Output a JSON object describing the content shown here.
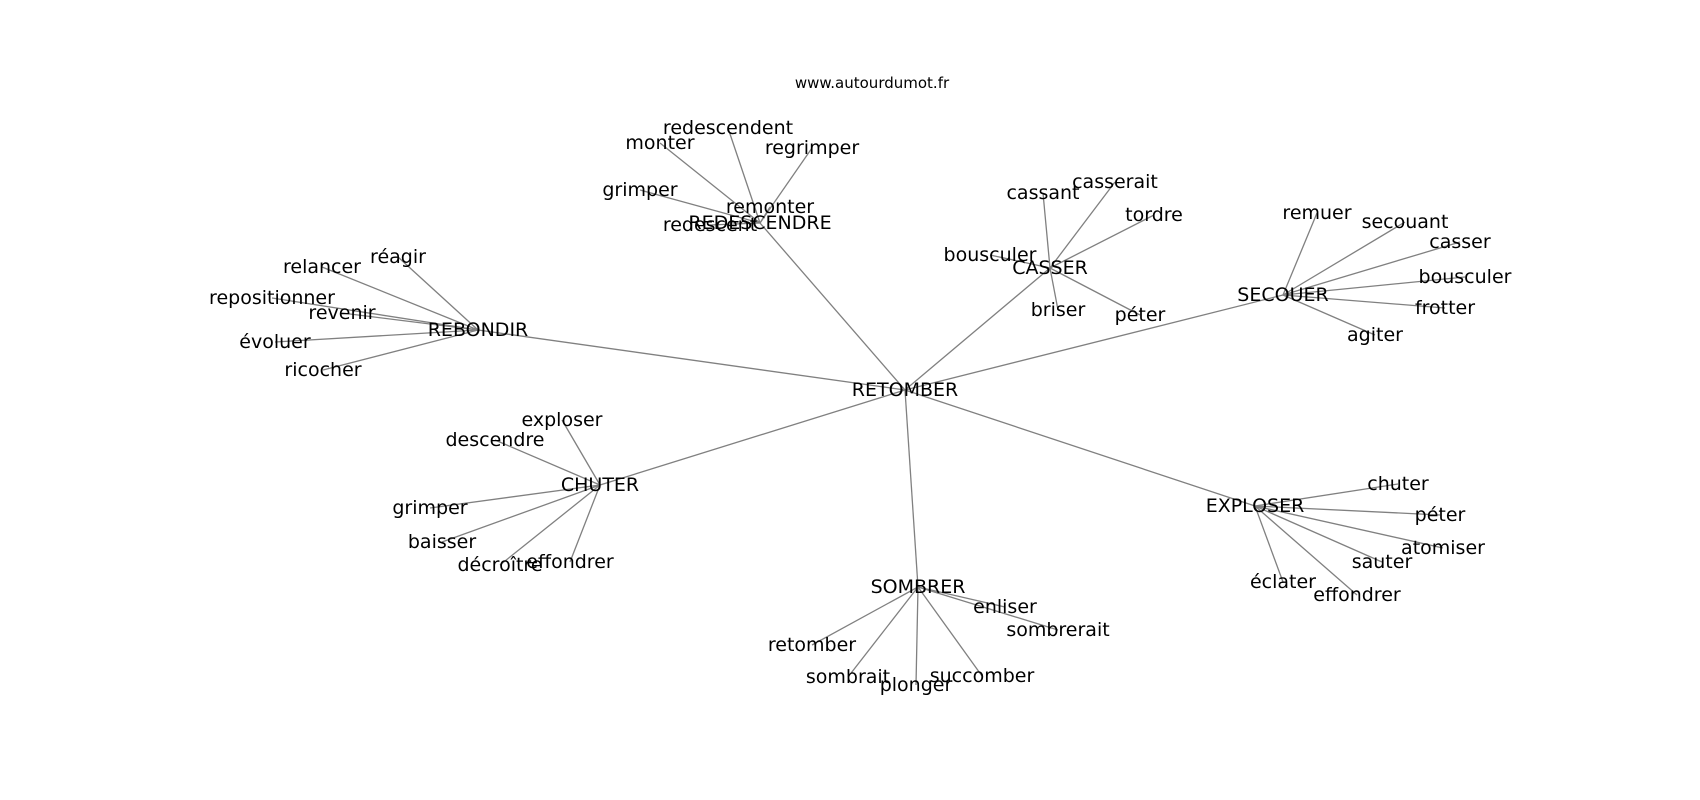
{
  "header": {
    "source": "www.autourdumot.fr"
  },
  "graph": {
    "center": "RETOMBER",
    "clusters": [
      {
        "id": "redescendre",
        "label": "REDESCENDRE",
        "leaves": [
          "redescendent",
          "monter",
          "regrimper",
          "grimper",
          "remonter",
          "redescent"
        ]
      },
      {
        "id": "casser",
        "label": "CASSER",
        "leaves": [
          "cassant",
          "casserait",
          "tordre",
          "bousculer",
          "briser",
          "péter"
        ]
      },
      {
        "id": "secouer",
        "label": "SECOUER",
        "leaves": [
          "remuer",
          "secouant",
          "casser",
          "bousculer",
          "frotter",
          "agiter"
        ]
      },
      {
        "id": "rebondir",
        "label": "REBONDIR",
        "leaves": [
          "réagir",
          "relancer",
          "repositionner",
          "revenir",
          "évoluer",
          "ricocher"
        ]
      },
      {
        "id": "chuter",
        "label": "CHUTER",
        "leaves": [
          "exploser",
          "descendre",
          "grimper",
          "baisser",
          "décroître",
          "effondrer"
        ]
      },
      {
        "id": "sombrer",
        "label": "SOMBRER",
        "leaves": [
          "enliser",
          "sombrerait",
          "retomber",
          "sombrait",
          "plonger",
          "succomber"
        ]
      },
      {
        "id": "exploser",
        "label": "EXPLOSER",
        "leaves": [
          "chuter",
          "péter",
          "atomiser",
          "sauter",
          "éclater",
          "effondrer"
        ]
      }
    ]
  }
}
